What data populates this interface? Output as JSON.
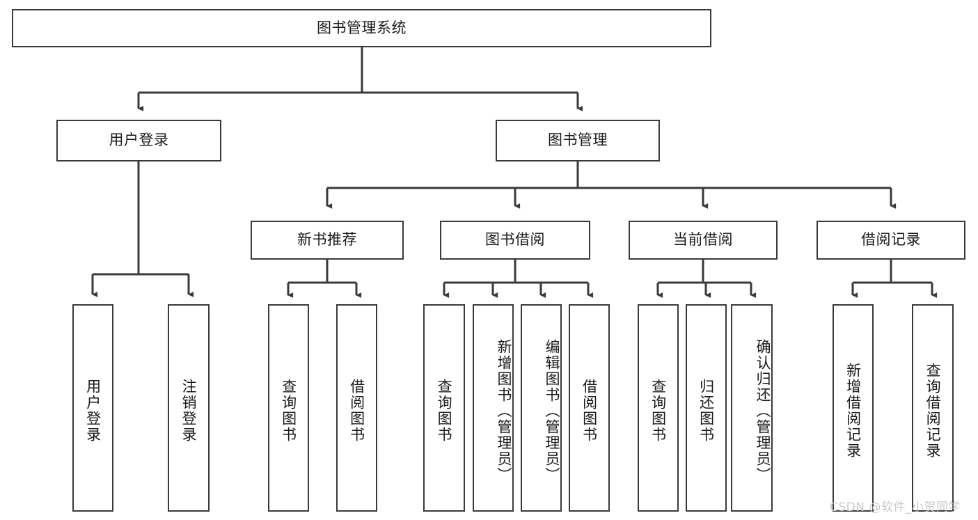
{
  "diagram": {
    "title_node": {
      "label": "图书管理系统"
    },
    "level2": [
      {
        "id": "user-login",
        "label": "用户登录"
      },
      {
        "id": "book-management",
        "label": "图书管理"
      }
    ],
    "level3": [
      {
        "id": "new-book-recommend",
        "label": "新书推荐"
      },
      {
        "id": "book-borrow",
        "label": "图书借阅"
      },
      {
        "id": "current-borrow",
        "label": "当前借阅"
      },
      {
        "id": "borrow-record",
        "label": "借阅记录"
      }
    ],
    "leaves": {
      "user_login": [
        {
          "id": "leaf-user-login",
          "label": "用户登录"
        },
        {
          "id": "leaf-logout-login",
          "label": "注销登录"
        }
      ],
      "new_book_recommend": [
        {
          "id": "leaf-query-book-1",
          "label": "查询图书"
        },
        {
          "id": "leaf-borrow-book-1",
          "label": "借阅图书"
        }
      ],
      "book_borrow": [
        {
          "id": "leaf-query-book-2",
          "label": "查询图书"
        },
        {
          "id": "leaf-add-book",
          "label": "新增图书（管理员）"
        },
        {
          "id": "leaf-edit-book",
          "label": "编辑图书（管理员）"
        },
        {
          "id": "leaf-borrow-book-2",
          "label": "借阅图书"
        }
      ],
      "current_borrow": [
        {
          "id": "leaf-query-book-3",
          "label": "查询图书"
        },
        {
          "id": "leaf-return-book",
          "label": "归还图书"
        },
        {
          "id": "leaf-confirm-return",
          "label": "确认归还（管理员）"
        }
      ],
      "borrow_record": [
        {
          "id": "leaf-add-record",
          "label": "新增借阅记录"
        },
        {
          "id": "leaf-query-record",
          "label": "查询借阅记录"
        }
      ]
    }
  },
  "watermark": {
    "text": "CSDN @软件_小贺同学"
  },
  "colors": {
    "stroke": "#3a3a3a",
    "box_fill": "#ffffff",
    "text": "#1a1a1a",
    "watermark": "#c9c9c9",
    "background": "#ffffff"
  }
}
